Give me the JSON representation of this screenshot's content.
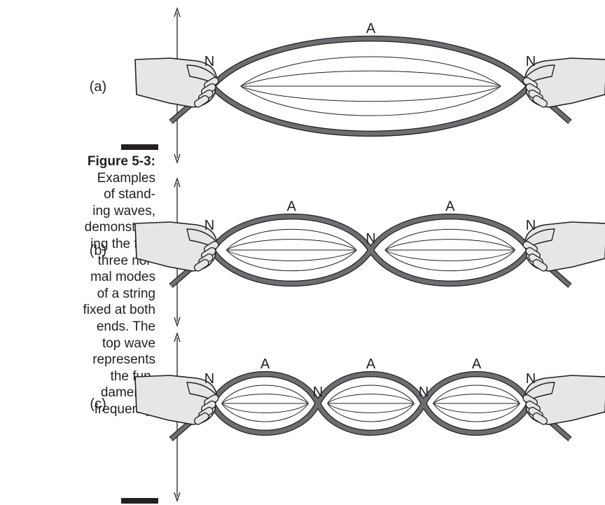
{
  "caption": {
    "figure_label": "Figure 5-3:",
    "lines": [
      "Examples",
      "of stand-",
      "ing waves,",
      "demonstrat-",
      "ing the first",
      "three nor-",
      "mal modes",
      "of a string",
      "fixed at both",
      "ends. The",
      "top wave",
      "represents",
      "the fun-",
      "damental",
      "frequency."
    ]
  },
  "panels": [
    {
      "label": "(a)",
      "loops": 1,
      "antinode_label": "A",
      "node_label": "N"
    },
    {
      "label": "(b)",
      "loops": 2,
      "antinode_label": "A",
      "node_label": "N"
    },
    {
      "label": "(c)",
      "loops": 3,
      "antinode_label": "A",
      "node_label": "N"
    }
  ],
  "colors": {
    "string": "#6d6e71",
    "outline": "#231f20",
    "hand": "#e6e6e6",
    "text": "#231f20"
  }
}
